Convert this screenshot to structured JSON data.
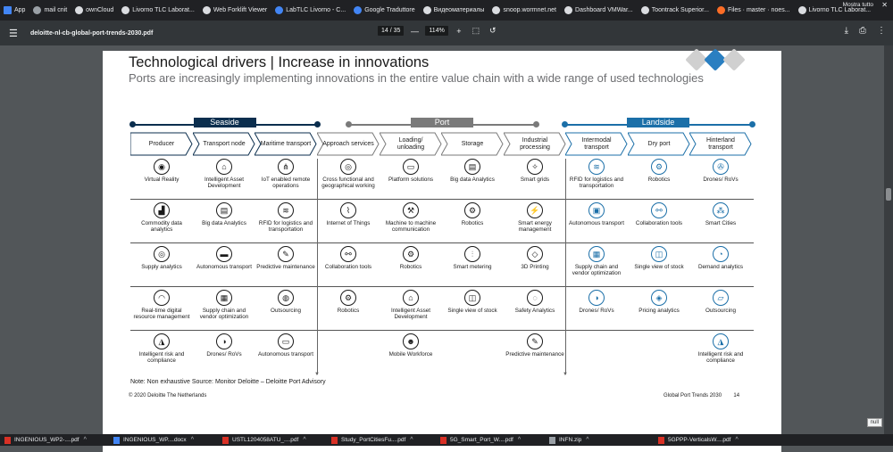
{
  "bookmarks": [
    {
      "label": "App",
      "icon": "apps-grid-icon"
    },
    {
      "label": "mail cnit",
      "icon": "mail-icon"
    },
    {
      "label": "ownCloud",
      "icon": "cloud-icon"
    },
    {
      "label": "Livorno TLC Laborat...",
      "icon": "globe-icon"
    },
    {
      "label": "Web Forklift Viewer",
      "icon": "globe-icon"
    },
    {
      "label": "LabTLC Livorno - C...",
      "icon": "page-icon"
    },
    {
      "label": "Google Traduttore",
      "icon": "translate-icon"
    },
    {
      "label": "Видеоматериалы",
      "icon": "globe-icon"
    },
    {
      "label": "snoop.wormnet.net",
      "icon": "link-icon"
    },
    {
      "label": "Dashboard VMWar...",
      "icon": "vmware-icon"
    },
    {
      "label": "Toontrack Superior...",
      "icon": "page-icon"
    },
    {
      "label": "Files · master · noes...",
      "icon": "gitlab-icon"
    },
    {
      "label": "Livorno TLC Laborat...",
      "icon": "globe-icon"
    }
  ],
  "pdf": {
    "file_name": "deloitte-nl-cb-global-port-trends-2030.pdf",
    "page_current": "14",
    "page_total": "/ 35",
    "zoom": "114%",
    "minus": "—",
    "plus": "+"
  },
  "slide": {
    "title": "Technological drivers | Increase in innovations",
    "subtitle": "Ports are increasingly implementing innovations in the entire value chain with a wide range of used technologies",
    "sections": [
      {
        "label": "Seaside",
        "color": "#0b2e4e",
        "line_color": "#0b2e4e"
      },
      {
        "label": "Port",
        "color": "#7a7a7a",
        "line_color": "#7a7a7a"
      },
      {
        "label": "Landside",
        "color": "#1b6fa8",
        "line_color": "#1b6fa8"
      }
    ],
    "stages": [
      "Producer",
      "Transport node",
      "Maritime transport",
      "Approach services",
      "Loading/ unloading",
      "Storage",
      "Industrial processing",
      "Intermodal transport",
      "Dry port",
      "Hinterland transport"
    ],
    "rows": [
      [
        {
          "label": "Virtual Reality",
          "icon": "vr-headset-icon"
        },
        {
          "label": "Intelligent Asset Development",
          "icon": "crane-icon"
        },
        {
          "label": "IoT enabled remote operations",
          "icon": "share-nodes-icon"
        },
        {
          "label": "Cross functional and geographical working",
          "icon": "globe-people-icon"
        },
        {
          "label": "Platform solutions",
          "icon": "monitor-icon"
        },
        {
          "label": "Big data Analytics",
          "icon": "data-doc-icon"
        },
        {
          "label": "Smart grids",
          "icon": "lightbulb-icon"
        },
        {
          "label": "RFID for logistics and transportation",
          "icon": "rfid-signal-icon"
        },
        {
          "label": "Robotics",
          "icon": "robot-arm-icon"
        },
        {
          "label": "Drones/ RoVs",
          "icon": "drone-icon"
        }
      ],
      [
        {
          "label": "Commodity data analytics",
          "icon": "bar-chart-icon"
        },
        {
          "label": "Big data Analytics",
          "icon": "data-doc-icon"
        },
        {
          "label": "RFID for logistics and transportation",
          "icon": "rfid-signal-icon"
        },
        {
          "label": "Internet of Things",
          "icon": "iot-icon"
        },
        {
          "label": "Machine to machine communication",
          "icon": "machine-icon"
        },
        {
          "label": "Robotics",
          "icon": "robot-arm-icon"
        },
        {
          "label": "Smart energy management",
          "icon": "energy-icon"
        },
        {
          "label": "Autonomous transport",
          "icon": "train-icon"
        },
        {
          "label": "Collaboration tools",
          "icon": "handshake-icon"
        },
        {
          "label": "Smart Cities",
          "icon": "network-icon"
        }
      ],
      [
        {
          "label": "Supply analytics",
          "icon": "target-icon"
        },
        {
          "label": "Autonomous transport",
          "icon": "truck-icon"
        },
        {
          "label": "Predictive maintenance",
          "icon": "wrench-icon"
        },
        {
          "label": "Collaboration tools",
          "icon": "handshake-icon"
        },
        {
          "label": "Robotics",
          "icon": "robot-arm-icon"
        },
        {
          "label": "Smart metering",
          "icon": "meter-sliders-icon"
        },
        {
          "label": "3D Printing",
          "icon": "cube-icon"
        },
        {
          "label": "Supply chain and vendor optimization",
          "icon": "map-icon"
        },
        {
          "label": "Single view of stock",
          "icon": "box-icon"
        },
        {
          "label": "Demand analytics",
          "icon": "pie-chart-icon"
        }
      ],
      [
        {
          "label": "Real-time digital resource management",
          "icon": "gauge-icon"
        },
        {
          "label": "Supply chain and vendor optimization",
          "icon": "map-icon"
        },
        {
          "label": "Outsourcing",
          "icon": "globe-hand-icon"
        },
        {
          "label": "Robotics",
          "icon": "robot-arm-icon"
        },
        {
          "label": "Intelligent Asset Development",
          "icon": "crane-icon"
        },
        {
          "label": "Single view of stock",
          "icon": "box-icon"
        },
        {
          "label": "Safety Analytics",
          "icon": "lifebuoy-icon"
        },
        {
          "label": "Drones/ RoVs",
          "icon": "gamepad-icon"
        },
        {
          "label": "Pricing analytics",
          "icon": "price-tag-icon"
        },
        {
          "label": "Outsourcing",
          "icon": "laptop-icon"
        }
      ],
      [
        {
          "label": "Intelligent risk and compliance",
          "icon": "risk-chart-icon"
        },
        {
          "label": "Drones/ RoVs",
          "icon": "gamepad-icon"
        },
        {
          "label": "Autonomous transport",
          "icon": "car-icon"
        },
        {
          "label": "",
          "icon": ""
        },
        {
          "label": "Mobile Workforce",
          "icon": "person-icon"
        },
        {
          "label": "",
          "icon": ""
        },
        {
          "label": "Predictive maintenance",
          "icon": "wrench-icon"
        },
        {
          "label": "",
          "icon": ""
        },
        {
          "label": "",
          "icon": ""
        },
        {
          "label": "Intelligent risk and compliance",
          "icon": "risk-chart-icon"
        }
      ]
    ],
    "note": "Note: Non exhaustive Source: Monitor Deloitte – Deloitte Port Advisory",
    "copyright": "© 2020 Deloitte The Netherlands",
    "footer_title": "Global Port Trends 2030",
    "page_number": "14"
  },
  "null_label": "null",
  "downloads": [
    {
      "name": "INGENIOUS_WP2-....pdf",
      "type": "pdf"
    },
    {
      "name": "INGENIOUS_WP....docx",
      "type": "doc"
    },
    {
      "name": "USTL1204058ATU_....pdf",
      "type": "pdf"
    },
    {
      "name": "Study_PortCitiesFu....pdf",
      "type": "pdf"
    },
    {
      "name": "5G_Smart_Port_W....pdf",
      "type": "pdf"
    },
    {
      "name": "INFN.zip",
      "type": "zip"
    },
    {
      "name": "5GPPP-VerticalsW....pdf",
      "type": "pdf"
    }
  ],
  "show_all": "Mostra tutto",
  "icon_colors": {
    "seaside": "#0b2e4e",
    "port": "#7a7a7a",
    "landside": "#1b6fa8"
  }
}
